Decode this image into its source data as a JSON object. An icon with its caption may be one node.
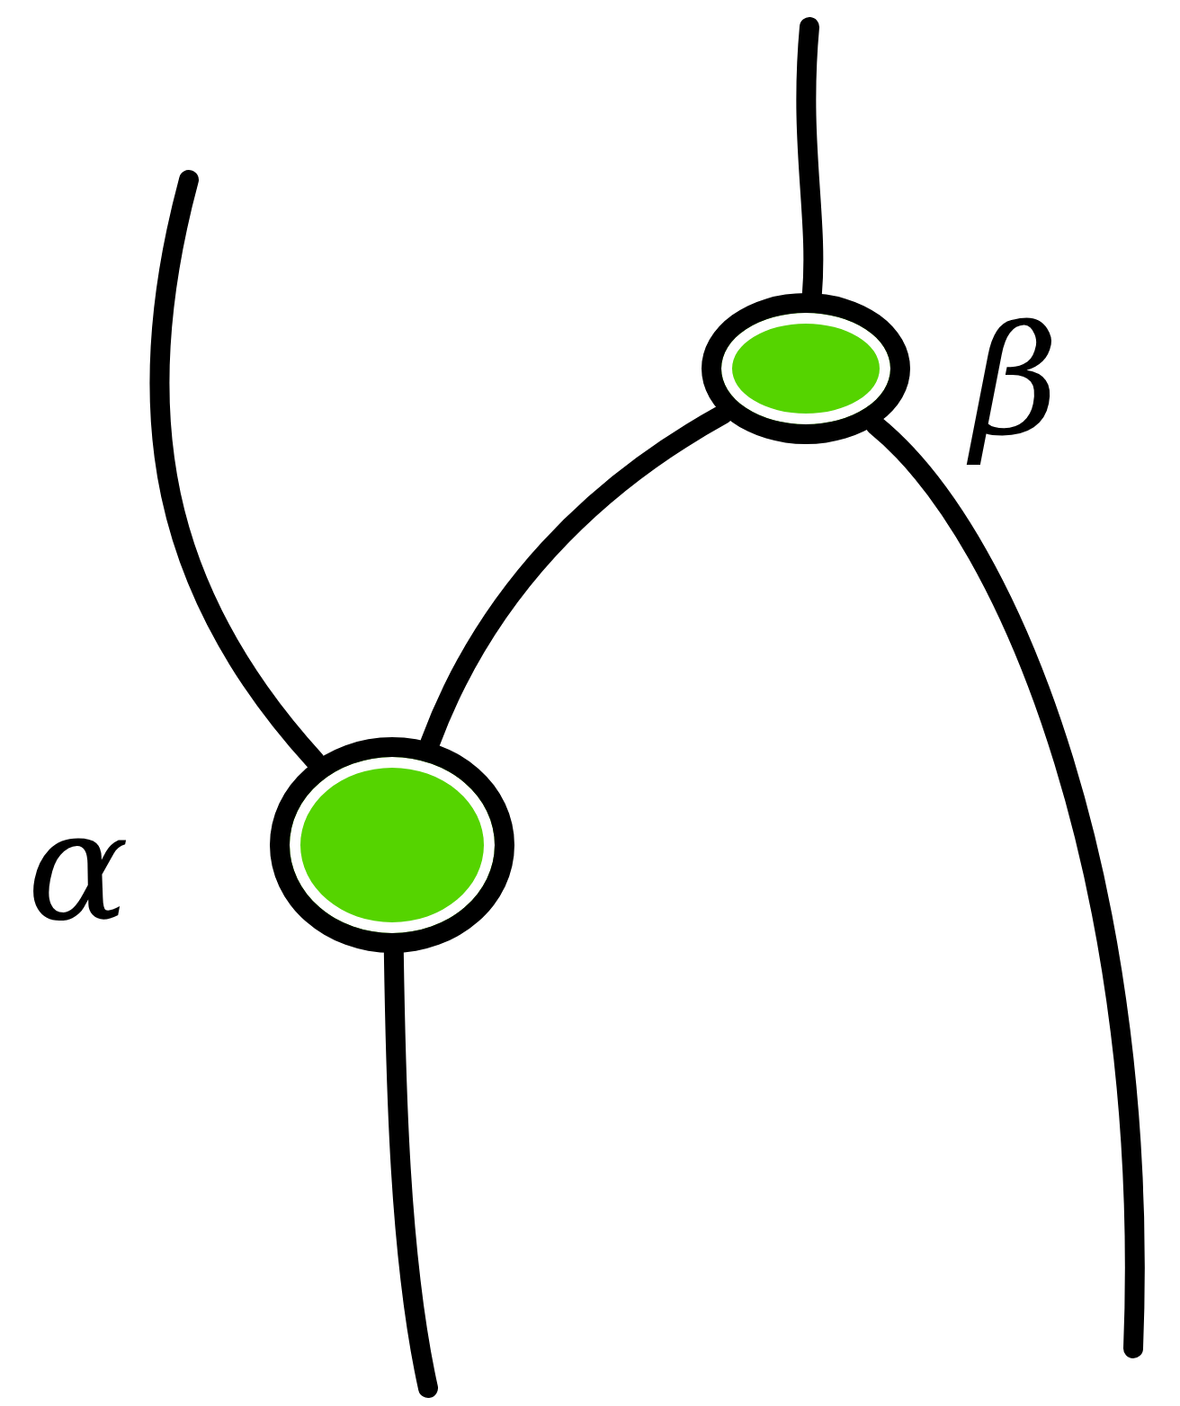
{
  "diagram": {
    "nodes": [
      {
        "text": [],
        "shape": "circle",
        "beside": [
          "β"
        ]
      },
      {
        "text": [],
        "shape": "circle",
        "beside": [
          "α"
        ]
      }
    ],
    "edges": [
      {
        "from": null,
        "to": 0,
        "arrow": "none"
      },
      {
        "from": 0,
        "to": null,
        "arrow": "none"
      },
      {
        "from": 1,
        "to": 0,
        "arrow": "none"
      },
      {
        "from": null,
        "to": 1,
        "arrow": "none"
      },
      {
        "from": 1,
        "to": null,
        "arrow": "none"
      }
    ]
  }
}
